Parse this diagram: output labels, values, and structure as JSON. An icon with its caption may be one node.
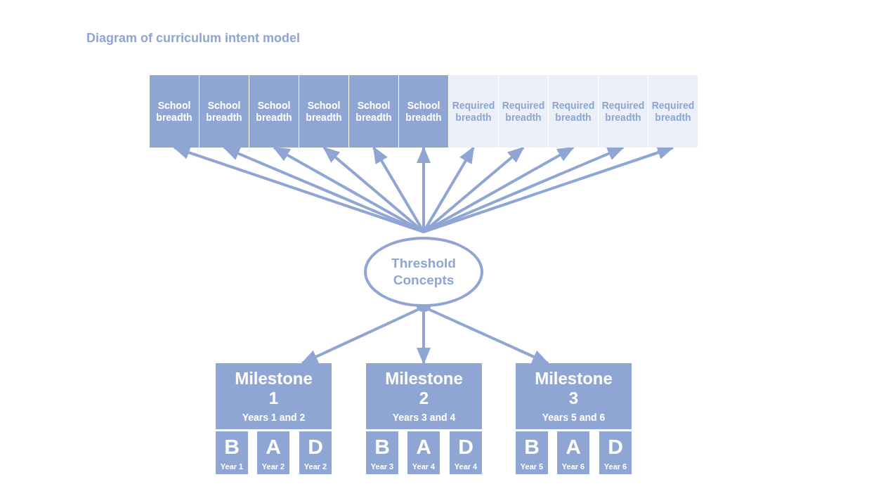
{
  "diagram": {
    "title": "Diagram of curriculum intent model",
    "nodes": [
      {
        "text": [
          "School breadth"
        ]
      },
      {
        "text": [
          "School breadth"
        ]
      },
      {
        "text": [
          "School breadth"
        ]
      },
      {
        "text": [
          "School breadth"
        ]
      },
      {
        "text": [
          "School breadth"
        ]
      },
      {
        "text": [
          "School breadth"
        ]
      },
      {
        "text": [
          "Required breadth"
        ]
      },
      {
        "text": [
          "Required breadth"
        ]
      },
      {
        "text": [
          "Required breadth"
        ]
      },
      {
        "text": [
          "Required breadth"
        ]
      },
      {
        "text": [
          "Required breadth"
        ]
      },
      {
        "text": [
          "Threshold Concepts"
        ]
      },
      {
        "text": [
          "Milestone 1",
          "Years 1 and 2"
        ]
      },
      {
        "text": [
          "B",
          "Year 1"
        ]
      },
      {
        "text": [
          "A",
          "Year 2"
        ]
      },
      {
        "text": [
          "D",
          "Year 2"
        ]
      },
      {
        "text": [
          "Milestone 2",
          "Years 3 and 4"
        ]
      },
      {
        "text": [
          "B",
          "Year 3"
        ]
      },
      {
        "text": [
          "A",
          "Year 4"
        ]
      },
      {
        "text": [
          "D",
          "Year 4"
        ]
      },
      {
        "text": [
          "Milestone 3",
          "Years 5 and 6"
        ]
      },
      {
        "text": [
          "B",
          "Year 5"
        ]
      },
      {
        "text": [
          "A",
          "Year 6"
        ]
      },
      {
        "text": [
          "D",
          "Year 6"
        ]
      }
    ],
    "edges": [
      {
        "from": 11,
        "to": 0,
        "arrow": "to"
      },
      {
        "from": 11,
        "to": 1,
        "arrow": "to"
      },
      {
        "from": 11,
        "to": 2,
        "arrow": "to"
      },
      {
        "from": 11,
        "to": 3,
        "arrow": "to"
      },
      {
        "from": 11,
        "to": 4,
        "arrow": "to"
      },
      {
        "from": 11,
        "to": 5,
        "arrow": "to"
      },
      {
        "from": 11,
        "to": 6,
        "arrow": "to"
      },
      {
        "from": 11,
        "to": 7,
        "arrow": "to"
      },
      {
        "from": 11,
        "to": 8,
        "arrow": "to"
      },
      {
        "from": 11,
        "to": 9,
        "arrow": "to"
      },
      {
        "from": 11,
        "to": 10,
        "arrow": "to"
      },
      {
        "from": 11,
        "to": 12,
        "arrow": "to"
      },
      {
        "from": 11,
        "to": 16,
        "arrow": "to"
      },
      {
        "from": 11,
        "to": 20,
        "arrow": "to"
      }
    ]
  }
}
